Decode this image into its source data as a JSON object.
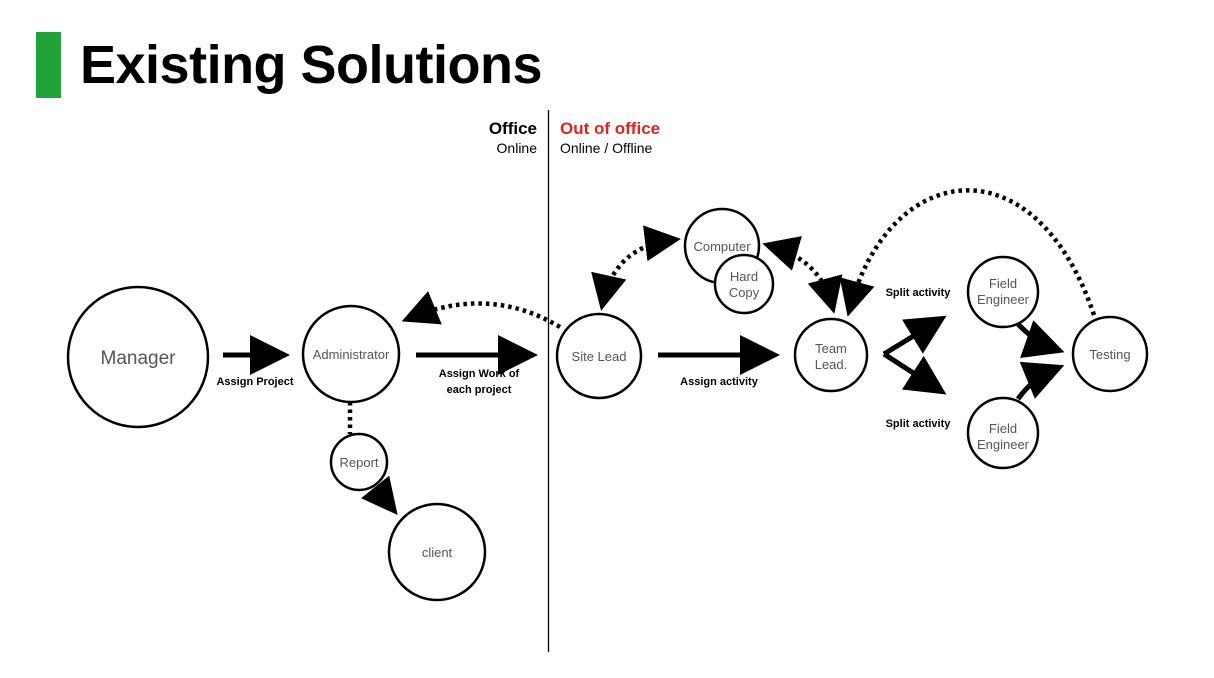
{
  "title": "Existing Solutions",
  "colors": {
    "accent_bar": "#22a33a",
    "out_of_office": "#e5211b",
    "node_stroke": "#000000",
    "node_text": "#555555"
  },
  "zones": {
    "left": {
      "title": "Office",
      "subtitle": "Online"
    },
    "right": {
      "title": "Out of office",
      "subtitle": "Online / Offline"
    }
  },
  "nodes": {
    "manager": "Manager",
    "administrator": "Administrator",
    "report": "Report",
    "client": "client",
    "site_lead": "Site Lead",
    "computer": "Computer",
    "hard_copy": [
      "Hard",
      "Copy"
    ],
    "team_lead": [
      "Team",
      "Lead."
    ],
    "field_engineer_top": [
      "Field",
      "Engineer"
    ],
    "field_engineer_bottom": [
      "Field",
      "Engineer"
    ],
    "testing": "Testing"
  },
  "edge_labels": {
    "assign_project": "Assign Project",
    "assign_work": [
      "Assign Work of",
      "each project"
    ],
    "assign_activity": "Assign activity",
    "split_activity_top": "Split activity",
    "split_activity_bottom": "Split activity"
  }
}
